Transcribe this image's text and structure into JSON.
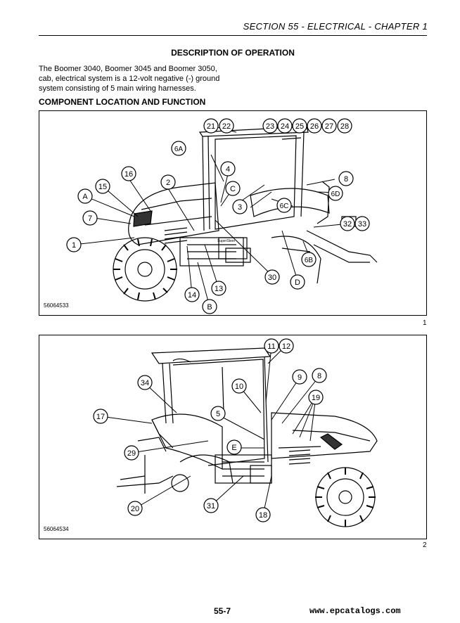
{
  "header": {
    "title": "SECTION 55 - ELECTRICAL - CHAPTER 1"
  },
  "description": {
    "heading": "DESCRIPTION OF OPERATION",
    "lines": [
      "The Boomer 3040, Boomer 3045 and Boomer 3050,",
      "cab, electrical system is a 12-volt negative (-) ground",
      "system consisting of 5 main wiring harnesses."
    ]
  },
  "component_heading": "COMPONENT LOCATION AND FUNCTION",
  "figure1": {
    "code": "56064533",
    "number": "1",
    "callouts": [
      "21",
      "22",
      "23",
      "24",
      "25",
      "26",
      "27",
      "28",
      "6A",
      "16",
      "4",
      "2",
      "A",
      "15",
      "C",
      "8",
      "6D",
      "3",
      "7",
      "6C",
      "32",
      "33",
      "1",
      "6B",
      "30",
      "D",
      "14",
      "13",
      "B"
    ],
    "decal_text": "SuperSteer"
  },
  "figure2": {
    "code": "56064534",
    "number": "2",
    "callouts": [
      "11",
      "12",
      "9",
      "8",
      "34",
      "10",
      "19",
      "17",
      "5",
      "E",
      "29",
      "20",
      "31",
      "18"
    ]
  },
  "footer": {
    "page": "55-7",
    "url": "www.epcatalogs.com"
  }
}
